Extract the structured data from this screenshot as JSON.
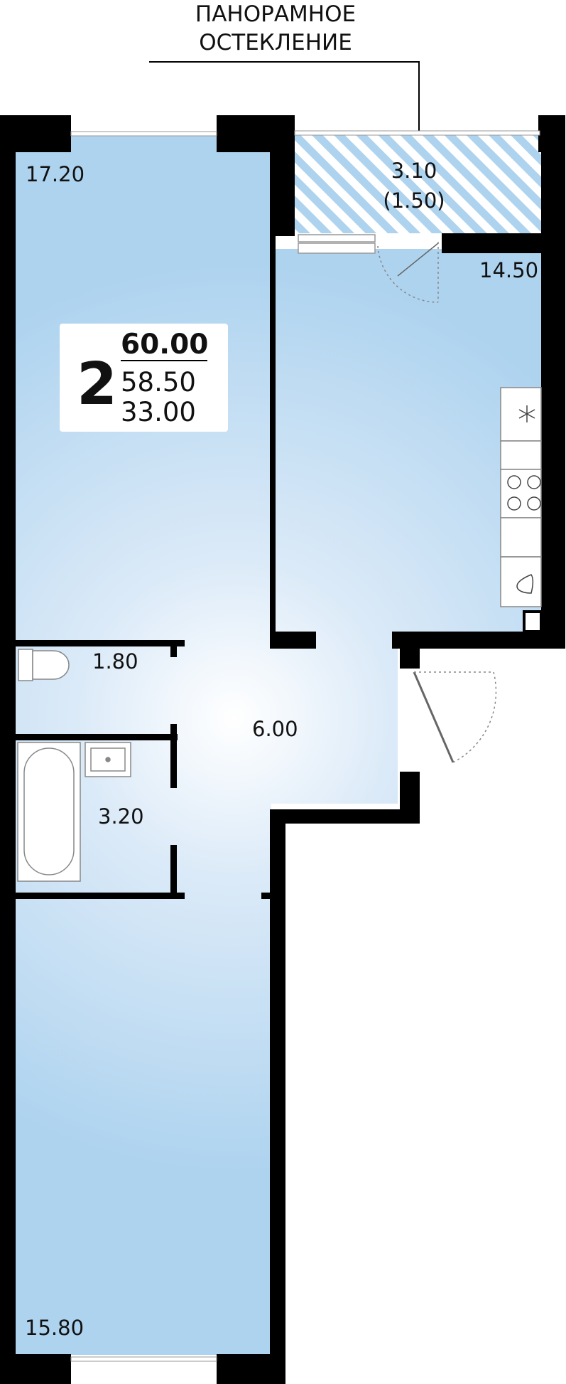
{
  "glazing_note": {
    "line1": "ПАНОРАМНОЕ",
    "line2": "ОСТЕКЛЕНИЕ"
  },
  "summary": {
    "rooms": "2",
    "total_area": "60.00",
    "living_area_reduced": "58.50",
    "living_area": "33.00"
  },
  "rooms": {
    "room_top": "17.20",
    "balcony": {
      "area": "3.10",
      "reduced": "(1.50)"
    },
    "kitchen": "14.50",
    "toilet": "1.80",
    "hall": "6.00",
    "bath": "3.20",
    "room_bottom": "15.80"
  },
  "icons": [
    "fridge-icon",
    "stove-icon",
    "sink-icon",
    "toilet-icon",
    "bathtub-icon",
    "washbasin-icon"
  ],
  "colors": {
    "wall": "#000000",
    "floor": "#aed3ef",
    "floor_center": "#ffffff",
    "balcony_hatch": "#aed3ef"
  }
}
